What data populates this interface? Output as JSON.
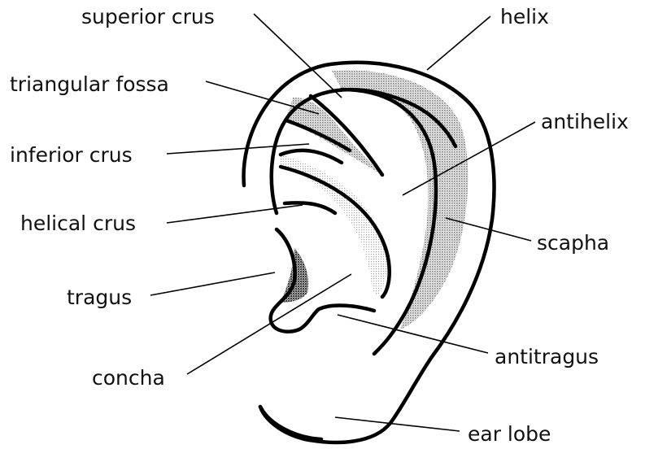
{
  "labels": {
    "superior_crus": "superior crus",
    "helix": "helix",
    "triangular_fossa": "triangular fossa",
    "antihelix": "antihelix",
    "inferior_crus": "inferior crus",
    "helical_crus": "helical crus",
    "scapha": "scapha",
    "tragus": "tragus",
    "antitragus": "antitragus",
    "concha": "concha",
    "ear_lobe": "ear lobe"
  },
  "colors": {
    "outline": "#000000",
    "shading": "#9a9a9a",
    "dark_shading": "#555555",
    "background": "#ffffff"
  }
}
